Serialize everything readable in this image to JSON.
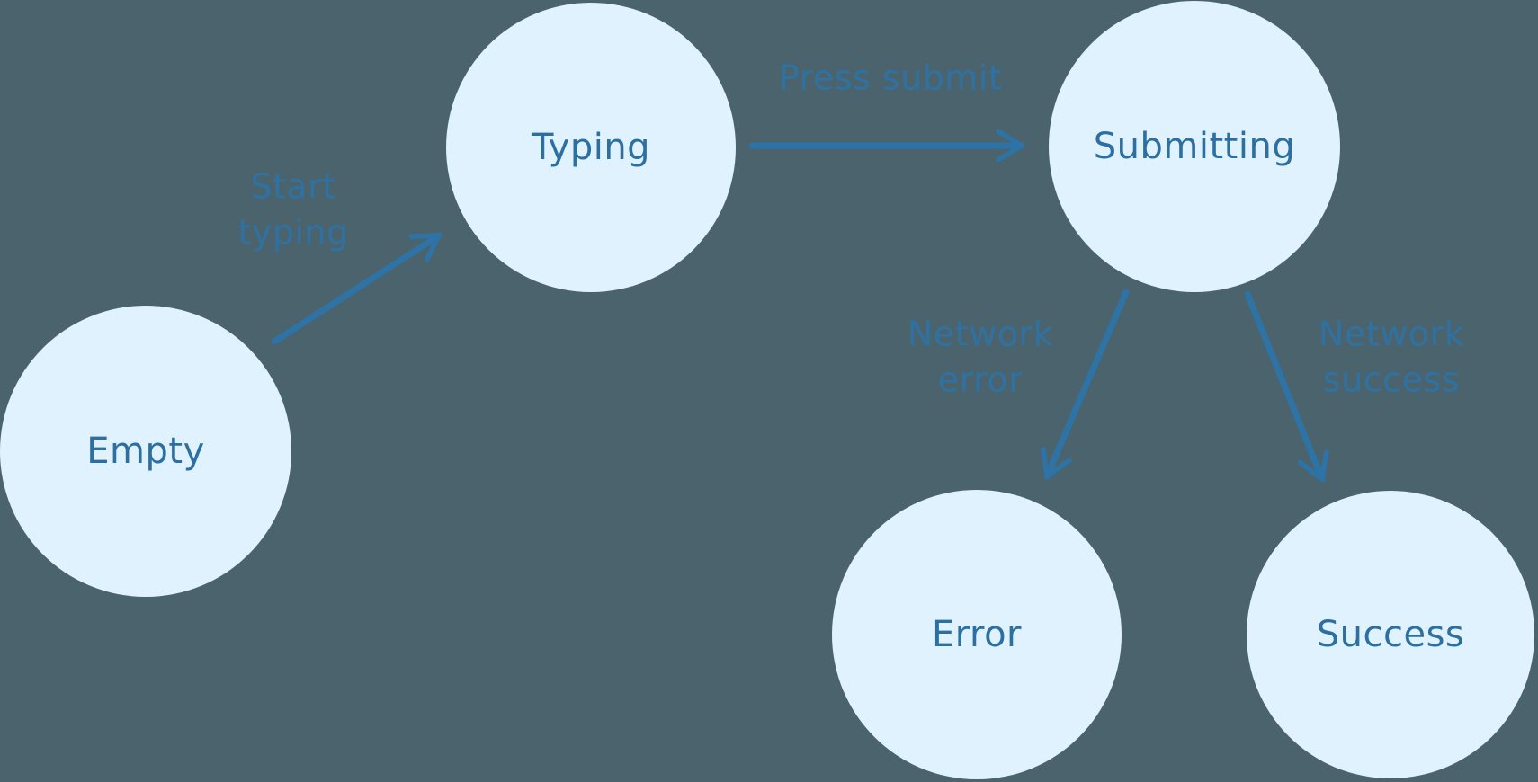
{
  "colors": {
    "background": "#4B636C",
    "node_fill": "#E0F2FD",
    "node_text": "#2C70A1",
    "arrow": "#2E73A5",
    "edge_label_text": "#2E73A5"
  },
  "diagram": {
    "type": "state-machine",
    "nodes": [
      {
        "id": "empty",
        "label": "Empty"
      },
      {
        "id": "typing",
        "label": "Typing"
      },
      {
        "id": "submitting",
        "label": "Submitting"
      },
      {
        "id": "error",
        "label": "Error"
      },
      {
        "id": "success",
        "label": "Success"
      }
    ],
    "edges": [
      {
        "from": "Empty",
        "to": "Typing",
        "label": "Start typing",
        "lines": [
          "Start",
          "typing"
        ]
      },
      {
        "from": "Typing",
        "to": "Submitting",
        "label": "Press submit",
        "lines": [
          "Press submit"
        ]
      },
      {
        "from": "Submitting",
        "to": "Error",
        "label": "Network error",
        "lines": [
          "Network",
          "error"
        ]
      },
      {
        "from": "Submitting",
        "to": "Success",
        "label": "Network success",
        "lines": [
          "Network",
          "success"
        ]
      }
    ]
  }
}
